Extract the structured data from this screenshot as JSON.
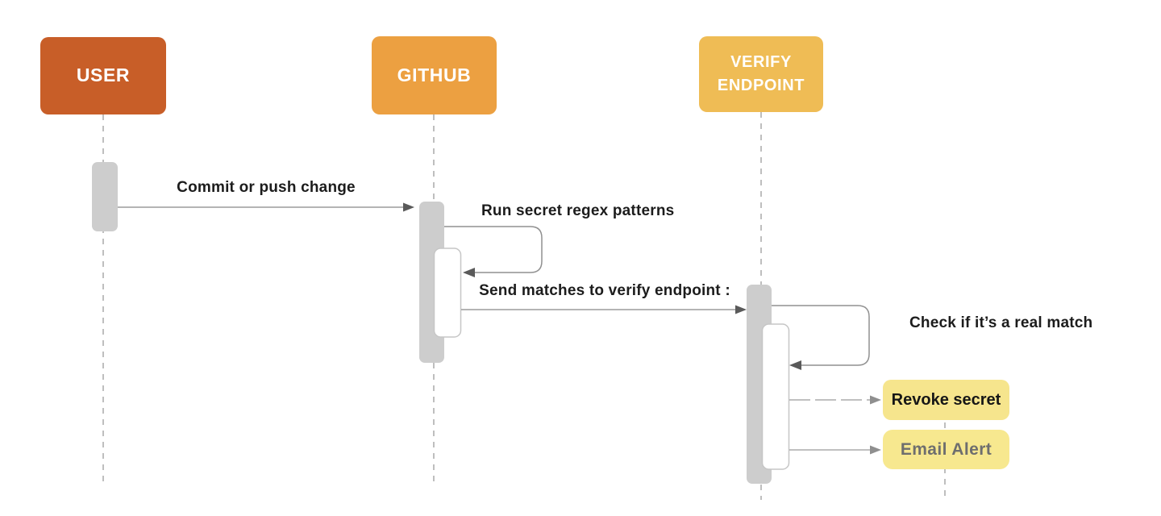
{
  "diagram": {
    "type": "sequence",
    "actors": [
      {
        "label": "USER"
      },
      {
        "label": "GITHUB"
      },
      {
        "label": "VERIFY ENDPOINT"
      }
    ],
    "messages": [
      {
        "from": "USER",
        "to": "GITHUB",
        "label": "Commit or push change"
      },
      {
        "type": "self",
        "actor": "GITHUB",
        "label": "Run secret regex patterns"
      },
      {
        "from": "GITHUB",
        "to": "VERIFY ENDPOINT",
        "label": "Send matches to verify endpoint :"
      },
      {
        "type": "self",
        "actor": "VERIFY ENDPOINT",
        "label": "Check if it’s a real match"
      },
      {
        "from": "VERIFY ENDPOINT",
        "to": "Revoke secret",
        "label": ""
      },
      {
        "from": "VERIFY ENDPOINT",
        "to": "Email Alert",
        "label": ""
      }
    ],
    "notes": [
      {
        "label": "Revoke secret"
      },
      {
        "label": "Email Alert"
      }
    ]
  },
  "colors": {
    "background": "#FFFFFF",
    "user_box": "#C85E28",
    "github_box": "#ECA041",
    "verify_endpoint_box": "#EFBC55",
    "note_box_yellow": "#F6E58D",
    "activation_bar_gray": "#CDCDCD",
    "nested_bar_border": "#C6C6C6",
    "lifeline_dash": "#AFAFAF",
    "message_line": "#9B9B9B",
    "arrowhead_dark": "#5A5A5A",
    "message_text": "#1C1C1C",
    "revoke_text": "#161616",
    "email_alert_text": "#6E6E6E"
  }
}
